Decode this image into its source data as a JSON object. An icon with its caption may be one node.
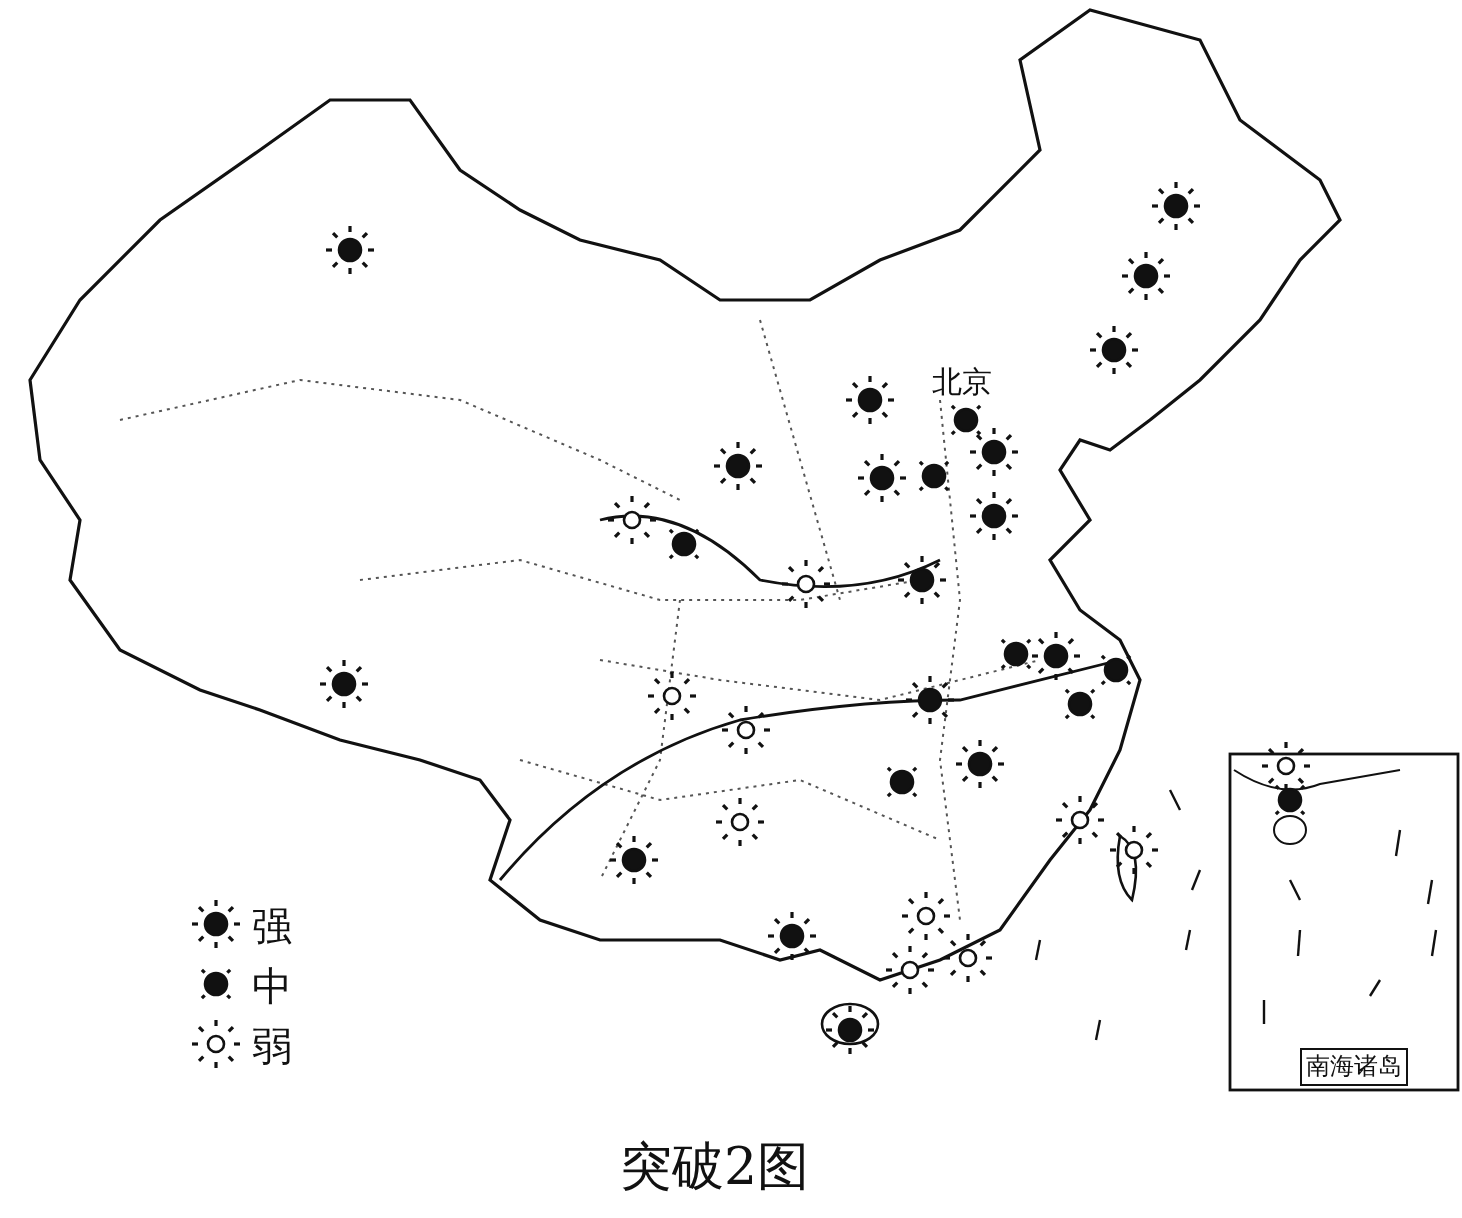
{
  "diagram": {
    "caption": "突破2图",
    "labels": [
      "北京",
      "南海诸岛"
    ],
    "legend": [
      {
        "text": "强"
      },
      {
        "text": "中"
      },
      {
        "text": "弱"
      }
    ]
  }
}
